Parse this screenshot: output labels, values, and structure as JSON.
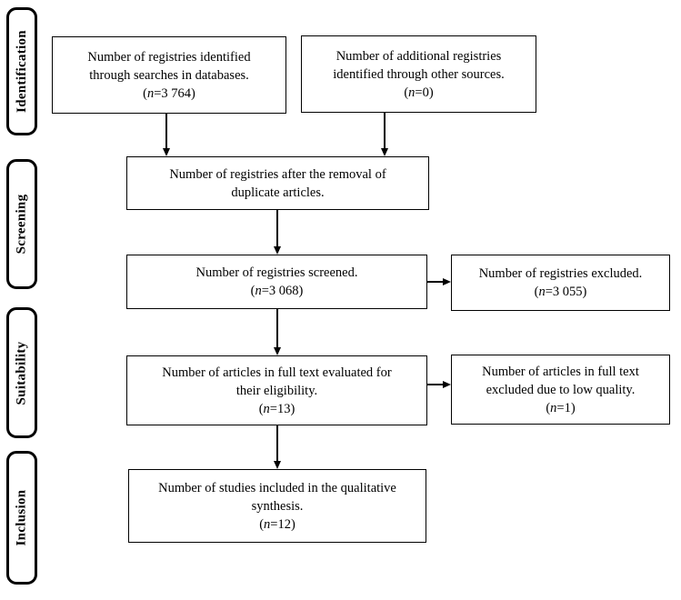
{
  "figure": {
    "type": "prisma-flow-diagram",
    "background_color": "#ffffff",
    "line_color": "#000000",
    "text_color": "#000000"
  },
  "stages": [
    {
      "id": "identification",
      "label": "Identification"
    },
    {
      "id": "screening",
      "label": "Screening"
    },
    {
      "id": "suitability",
      "label": "Suitability"
    },
    {
      "id": "inclusion",
      "label": "Inclusion"
    }
  ],
  "boxes": {
    "db_search": {
      "lines": [
        "Number of registries identified",
        "through searches in databases."
      ],
      "count": "(n=3 764)"
    },
    "other_sources": {
      "lines": [
        "Number of additional registries",
        "identified through other sources."
      ],
      "count": "(n=0)"
    },
    "deduplicated": {
      "lines": [
        "Number of registries after the removal of",
        "duplicate articles."
      ]
    },
    "screened": {
      "lines": [
        "Number of registries screened."
      ],
      "count": "(n=3 068)"
    },
    "screened_excluded": {
      "lines": [
        "Number of registries excluded."
      ],
      "count": "(n=3 055)"
    },
    "full_text": {
      "lines": [
        "Number of articles in full text evaluated for",
        "their eligibility."
      ],
      "count": "(n=13)"
    },
    "full_text_excluded": {
      "lines": [
        "Number of articles in full text",
        "excluded due to low quality."
      ],
      "count": "(n=1)"
    },
    "included": {
      "lines": [
        "Number of studies included in the qualitative",
        "synthesis."
      ],
      "count": "(n=12)"
    }
  }
}
